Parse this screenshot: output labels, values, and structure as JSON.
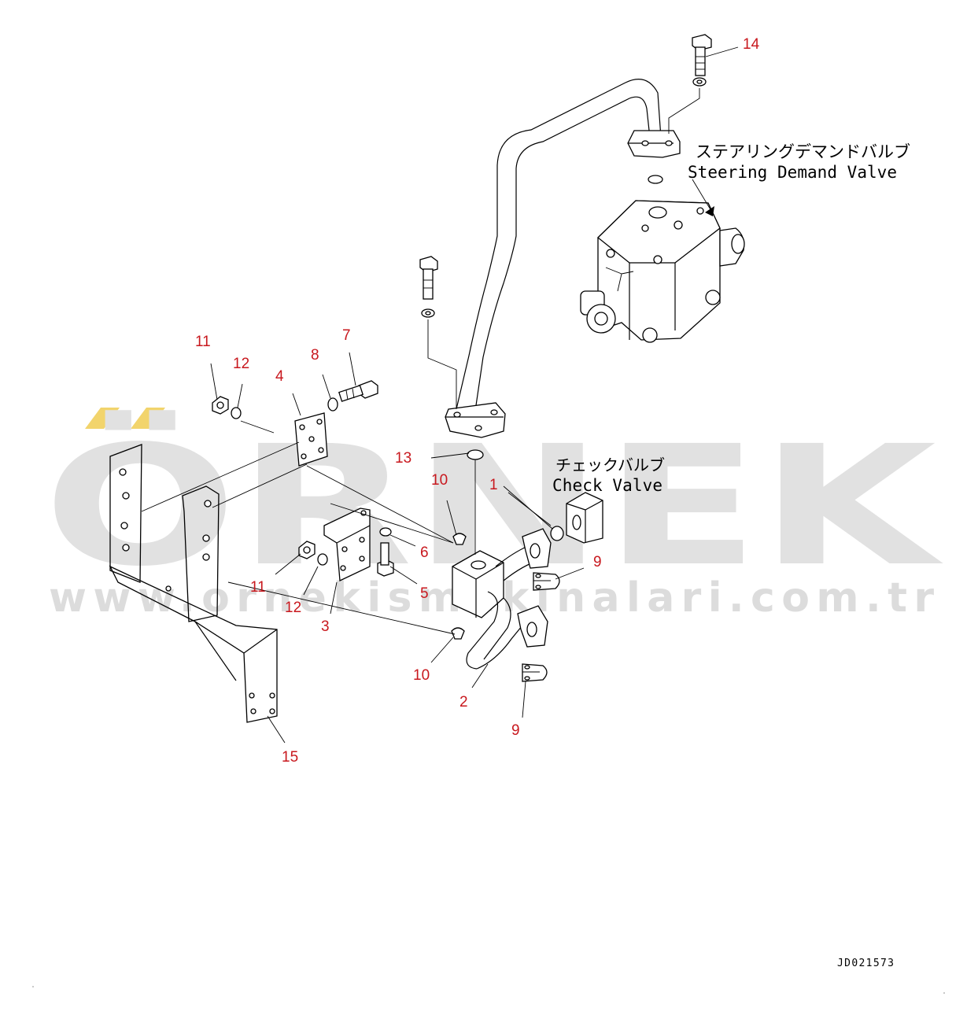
{
  "watermark": {
    "brand": "ÖRNEK",
    "url": "www.ornekismakinalari.com.tr",
    "brand_color": "#e1e1e1",
    "accent_color": "#f2d46c"
  },
  "labels": {
    "steering_jp": "ステアリングデマンドバルブ",
    "steering_en": "Steering Demand Valve",
    "check_jp": "チェックバルブ",
    "check_en": "Check Valve",
    "drawing_code": "JD021573"
  },
  "callouts": [
    {
      "id": "c1",
      "text": "1"
    },
    {
      "id": "c2",
      "text": "2"
    },
    {
      "id": "c3",
      "text": "3"
    },
    {
      "id": "c4",
      "text": "4"
    },
    {
      "id": "c5",
      "text": "5"
    },
    {
      "id": "c6",
      "text": "6"
    },
    {
      "id": "c7",
      "text": "7"
    },
    {
      "id": "c8",
      "text": "8"
    },
    {
      "id": "c9a",
      "text": "9"
    },
    {
      "id": "c9b",
      "text": "9"
    },
    {
      "id": "c10a",
      "text": "10"
    },
    {
      "id": "c10b",
      "text": "10"
    },
    {
      "id": "c11a",
      "text": "11"
    },
    {
      "id": "c11b",
      "text": "11"
    },
    {
      "id": "c12a",
      "text": "12"
    },
    {
      "id": "c12b",
      "text": "12"
    },
    {
      "id": "c13",
      "text": "13"
    },
    {
      "id": "c14",
      "text": "14"
    },
    {
      "id": "c15",
      "text": "15"
    }
  ],
  "callout_color": "#c8181e"
}
